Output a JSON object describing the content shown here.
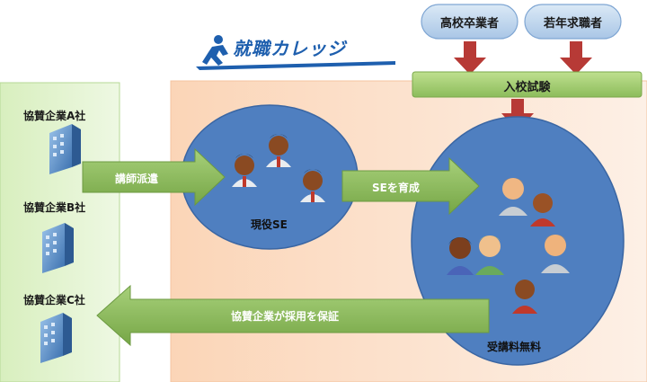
{
  "logo": {
    "text": "就職カレッジ",
    "icon": "running-person-icon"
  },
  "sponsors": [
    {
      "label": "協賛企業A社",
      "icon": "building-icon"
    },
    {
      "label": "協賛企業B社",
      "icon": "building-icon"
    },
    {
      "label": "協賛企業C社",
      "icon": "building-icon"
    }
  ],
  "sources": [
    {
      "label": "高校卒業者"
    },
    {
      "label": "若年求職者"
    }
  ],
  "entrance_exam": "入校試験",
  "arrows": {
    "dispatch": "講師派遣",
    "train": "SEを育成",
    "guarantee": "協賛企業が採用を保証"
  },
  "circles": {
    "current_se": "現役SE",
    "free_tuition": "受講料無料"
  },
  "colors": {
    "green_panel": "#dcf0c4",
    "peach_panel": "#fbd8bd",
    "circle_blue": "#4f7fc0",
    "arrow_green": "#8fc060",
    "down_arrow_red": "#b73a36"
  }
}
